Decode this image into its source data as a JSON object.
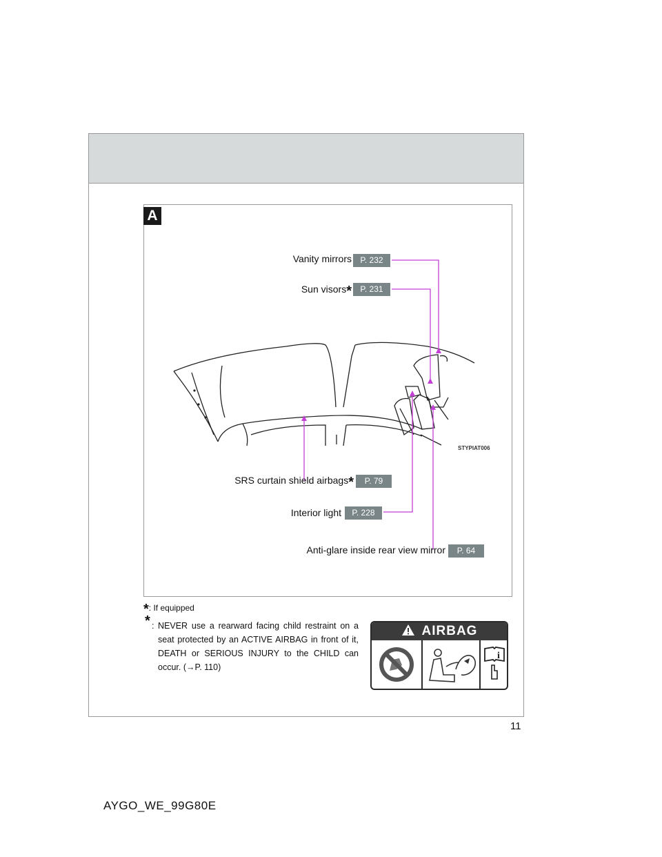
{
  "section_tab": "A",
  "callouts": {
    "vanity_mirrors": {
      "label": "Vanity mirrors",
      "page": "P. 232"
    },
    "sun_visors": {
      "label": "Sun visors",
      "mark": "*",
      "page": "P. 231"
    },
    "srs_curtain": {
      "label": "SRS curtain shield airbags",
      "mark": "*",
      "page": "P. 79"
    },
    "interior_light": {
      "label": "Interior light",
      "page": "P. 228"
    },
    "anti_glare": {
      "label": "Anti-glare inside rear view mirror",
      "page": "P. 64"
    }
  },
  "figure_code": "STYPIAT006",
  "footnote": {
    "mark": "*",
    "text": ": If equipped"
  },
  "warning": {
    "mark": "*",
    "text": "NEVER use a rearward facing child restraint on a seat protected by an ACTIVE AIRBAG in front of it, DEATH or SERIOUS INJURY to the CHILD can occur. (→P. 110)"
  },
  "airbag_label": {
    "title": "AIRBAG"
  },
  "page_number": "11",
  "doc_code": "AYGO_WE_99G80E",
  "colors": {
    "leader_line": "#c43fd6",
    "page_ref_bg": "#7a8587",
    "header_band": "#d7dadb"
  }
}
